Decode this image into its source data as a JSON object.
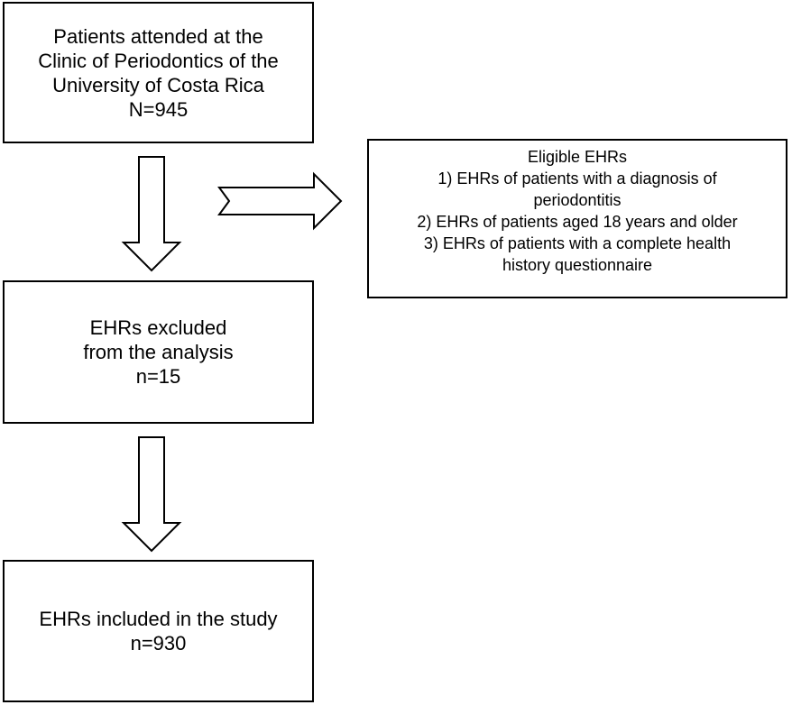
{
  "flowchart": {
    "start_box": {
      "lines": [
        "Patients attended at the",
        "Clinic of Periodontics of the",
        "University of Costa Rica",
        "N=945"
      ]
    },
    "eligible_box": {
      "lines": [
        "Eligible EHRs",
        "1) EHRs of patients with a diagnosis of",
        "periodontitis",
        "2) EHRs of patients aged 18 years and older",
        "3) EHRs of patients with a complete health",
        "history questionnaire"
      ]
    },
    "excluded_box": {
      "lines": [
        "EHRs excluded",
        "from the analysis",
        "n=15"
      ]
    },
    "included_box": {
      "lines": [
        "EHRs included in the study",
        "n=930"
      ]
    }
  }
}
